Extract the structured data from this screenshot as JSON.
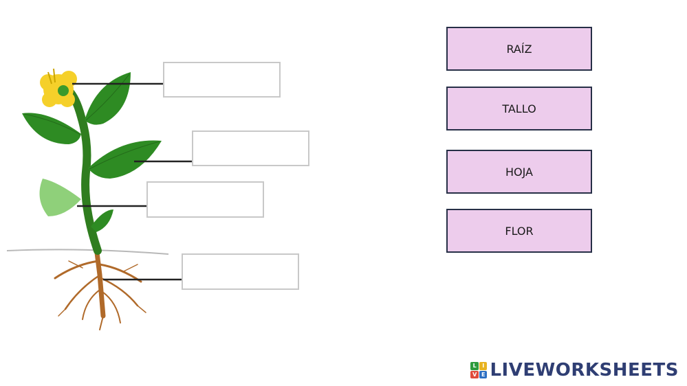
{
  "word_cards": [
    {
      "label": "RAÍZ"
    },
    {
      "label": "TALLO"
    },
    {
      "label": "HOJA"
    },
    {
      "label": "FLOR"
    }
  ],
  "colors": {
    "card_background": "#edccec",
    "card_border": "#262f46",
    "brand_text": "#2f3e73",
    "stem": "#2f7d1f",
    "leaf": "#2e8b23",
    "root": "#b06a2a",
    "flower": "#f5d02a"
  },
  "brand": {
    "name": "LIVEWORKSHEETS",
    "logo_letters": [
      "L",
      "I",
      "V",
      "E"
    ],
    "logo_colors": [
      "#2f9b3d",
      "#e8b321",
      "#e04b3b",
      "#2d6fc2"
    ]
  }
}
